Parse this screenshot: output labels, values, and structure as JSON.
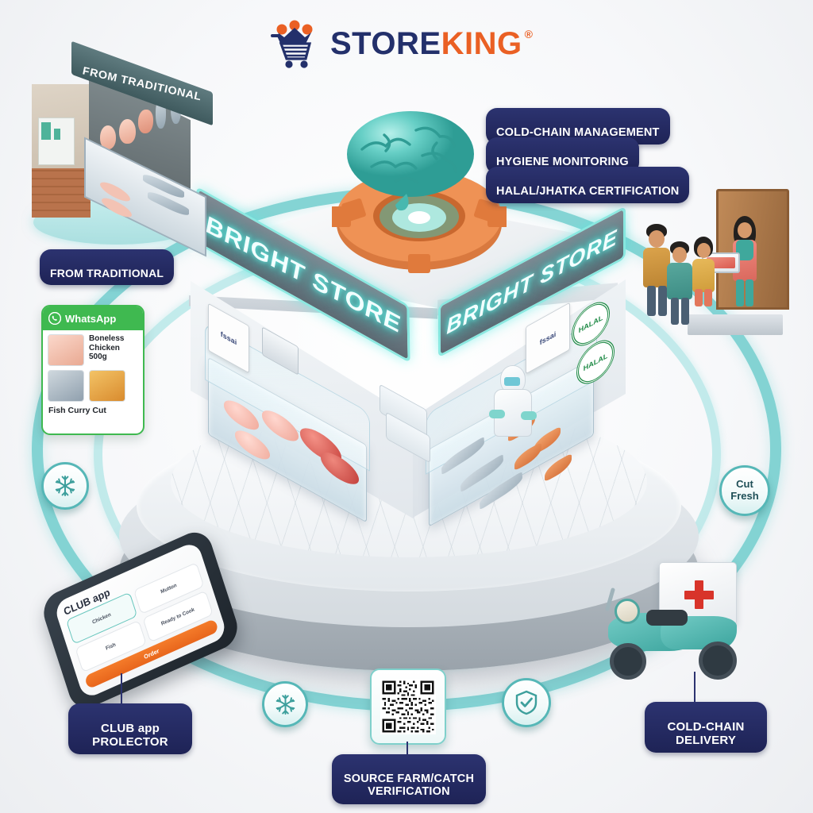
{
  "brand": {
    "name_part1": "STORE",
    "name_part2": "KING",
    "registered_mark": "®",
    "navy": "#23306b",
    "orange": "#ea6024",
    "logo_icon": "shopping-cart-crown-icon"
  },
  "theme": {
    "accent_teal": "#56b7b7",
    "label_navy": "#262c63",
    "whatsapp_green": "#3fb950",
    "gear_orange": "#e07a3c",
    "brain_teal": "#63cdc4"
  },
  "top_labels": [
    {
      "id": "cold-chain-management",
      "text": "COLD-CHAIN MANAGEMENT"
    },
    {
      "id": "hygiene-monitoring",
      "text": "HYGIENE MONITORING"
    },
    {
      "id": "halal-jhatka-certification",
      "text": "HALAL/JHATKA CERTIFICATION"
    }
  ],
  "callouts": {
    "from_traditional": "FROM TRADITIONAL",
    "club_app": "CLUB app\nPROLECTOR",
    "source_verification": "SOURCE FARM/CATCH\nVERIFICATION",
    "cold_chain_delivery": "COLD-CHAIN\nDELIVERY"
  },
  "traditional_shop": {
    "sign_text": "FROM TRADITIONAL",
    "items": [
      "hanging chicken",
      "hanging fish",
      "iced fish tray",
      "raw meat"
    ]
  },
  "store": {
    "sign_left": "BRIGHT STORE",
    "sign_right": "BRIGHT STORE",
    "certificates": [
      {
        "id": "fssai-left",
        "label": "fssai"
      },
      {
        "id": "fssai-right",
        "label": "fssai"
      },
      {
        "id": "halal-badge-1",
        "label": "HALAL"
      },
      {
        "id": "halal-badge-2",
        "label": "HALAL"
      }
    ],
    "staff": "butcher in white hygiene suit with mask and gloves",
    "counters": [
      "chicken display",
      "red meat display",
      "fish on ice display",
      "prawns on ice display"
    ]
  },
  "central_icon": {
    "brain": "ai-brain-icon",
    "gear": "gear-icon",
    "hologram": "glow-hologram"
  },
  "ring_nodes": [
    {
      "id": "node-snowflake-left",
      "icon": "snowflake-icon",
      "text": ""
    },
    {
      "id": "node-cut-fresh",
      "icon": "",
      "text": "Cut\nFresh"
    },
    {
      "id": "node-snowflake-bottom",
      "icon": "snowflake-icon",
      "text": ""
    },
    {
      "id": "node-shield-verified",
      "icon": "shield-check-icon",
      "text": ""
    }
  ],
  "whatsapp_card": {
    "app_name": "WhatsApp",
    "icon": "whatsapp-icon",
    "product_1": "Boneless\nChicken\n500g",
    "product_2": "Fish Curry Cut"
  },
  "phone_app": {
    "title": "CLUB app",
    "categories": [
      {
        "label": "Chicken",
        "selected": true
      },
      {
        "label": "Mutton",
        "selected": false
      },
      {
        "label": "Fish",
        "selected": false
      },
      {
        "label": "Ready to Cook",
        "selected": false
      }
    ],
    "subtext": "Ready-to-Cook",
    "cta": "Order"
  },
  "delivery": {
    "scooter": "delivery-scooter-icon",
    "box_mark": "red-cross",
    "scene": "family receiving meat tray at home door"
  },
  "qr": {
    "id": "qr-code",
    "alt": "traceability QR code"
  }
}
